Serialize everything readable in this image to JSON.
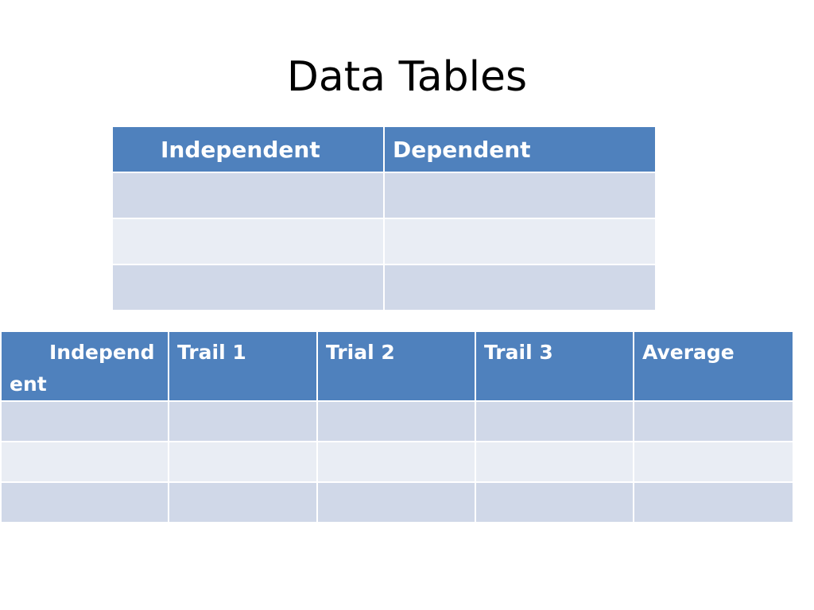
{
  "slide": {
    "title": "Data Tables"
  },
  "table1": {
    "headers": [
      "Independent",
      "Dependent"
    ],
    "rows": [
      [
        "",
        ""
      ],
      [
        "",
        ""
      ],
      [
        "",
        ""
      ]
    ]
  },
  "table2": {
    "headers": [
      "Independ ent",
      "Trail 1",
      "Trial 2",
      "Trail 3",
      "Average"
    ],
    "rows": [
      [
        "",
        "",
        "",
        "",
        ""
      ],
      [
        "",
        "",
        "",
        "",
        ""
      ],
      [
        "",
        "",
        "",
        "",
        ""
      ]
    ]
  },
  "colors": {
    "header_bg": "#4f81bd",
    "row_odd_bg": "#d0d8e8",
    "row_even_bg": "#e9edf4",
    "header_text": "#ffffff"
  }
}
